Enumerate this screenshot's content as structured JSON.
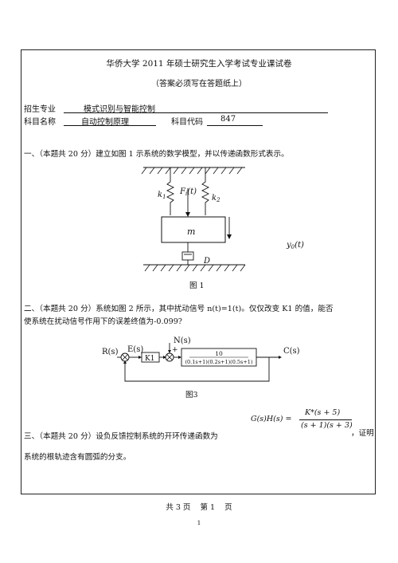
{
  "header": {
    "title": "华侨大学 2011 年硕士研究生入学考试专业课试卷",
    "subtitle": "（答案必须写在答题纸上）"
  },
  "info": {
    "major_label": "招生专业",
    "major_value": "模式识别与智能控制",
    "subject_label": "科目名称",
    "subject_value": "自动控制原理",
    "code_label": "科目代码",
    "code_value": "847"
  },
  "q1": {
    "text": "一、（本题共 20 分）建立如图 1 示系统的数学模型，并以传递函数形式表示。",
    "fig_caption": "图 1",
    "labels": {
      "k1": "k",
      "k1_sub": "1",
      "k2": "k",
      "k2_sub": "2",
      "F": "F",
      "F_sub": "i",
      "F_arg": "(t)",
      "m": "m",
      "D": "D",
      "y": "y",
      "y_sub": "0",
      "y_arg": "(t)"
    }
  },
  "q2": {
    "line1": "二、（本题共 20 分）系统如图 2 所示，其中扰动信号 n(t)=1(t)。仅仅改变 K1 的值，能否",
    "line2": "使系统在扰动信号作用下的误差终值为-0.099?",
    "fig_caption": "图3",
    "labels": {
      "R": "R(s)",
      "E": "E(s)",
      "K1": "K1",
      "N": "N(s)",
      "plus": "+",
      "num": "10",
      "den": "(0.1s+1)(0.2s+1)(0.5s+1)",
      "C": "C(s)"
    }
  },
  "q3": {
    "line1": "三、（本题共 20 分）设负反馈控制系统的开环传递函数为",
    "formula_lhs": "G(s)H(s) =",
    "formula_num": "K*(s + 5)",
    "formula_den": "(s + 1)(s + 3)",
    "line1_end": "，证明",
    "line2": "系统的根轨迹含有圆弧的分支。"
  },
  "footer": {
    "pages": "共 3 页    第 1    页",
    "page_number": "1"
  }
}
